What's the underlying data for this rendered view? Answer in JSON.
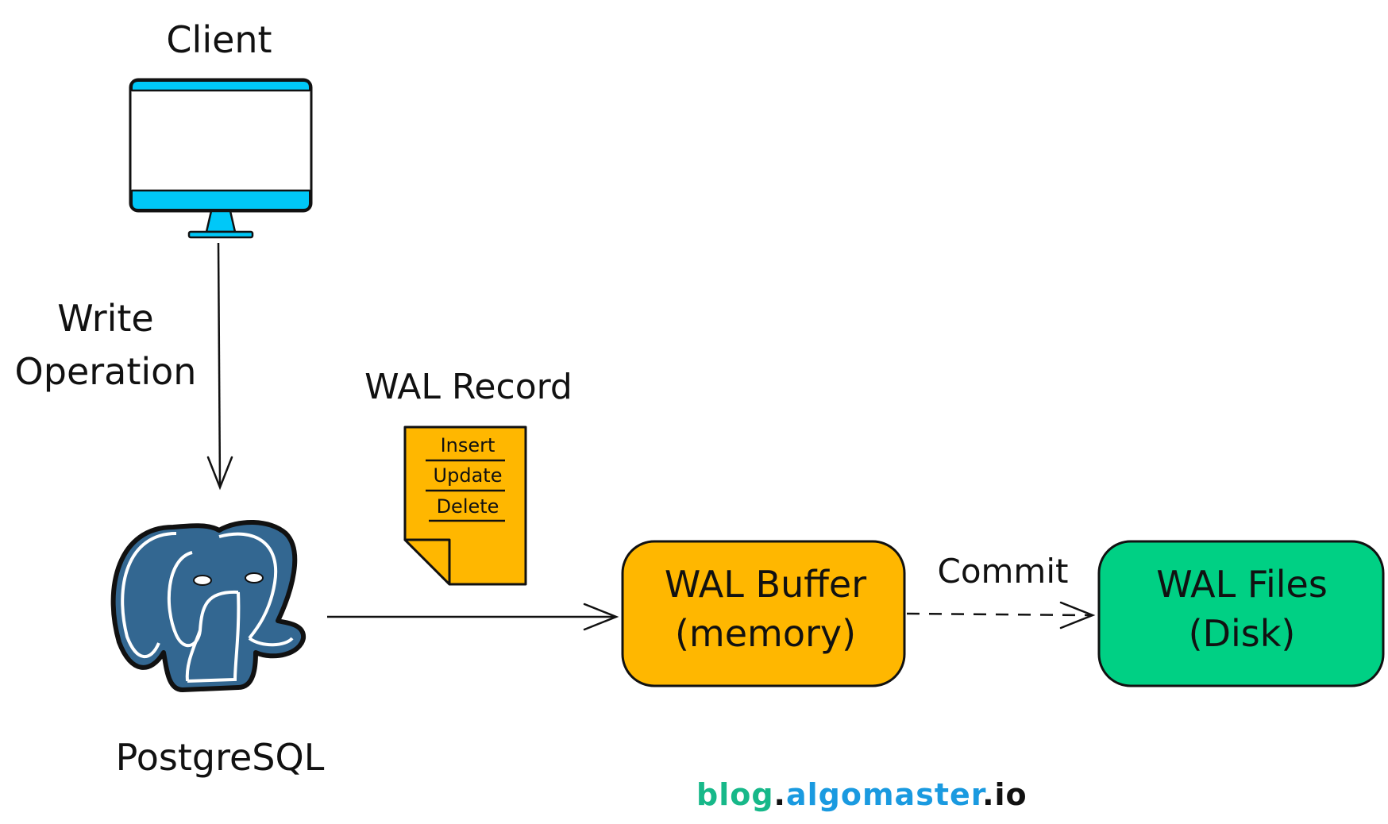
{
  "nodes": {
    "client": {
      "label": "Client",
      "icon": "monitor-icon",
      "color": "#00C8F8"
    },
    "postgres": {
      "label": "PostgreSQL",
      "icon": "postgresql-elephant-icon",
      "color": "#336791"
    },
    "wal_record": {
      "label": "WAL Record",
      "icon": "document-icon",
      "color": "#FFB700",
      "items": [
        "Insert",
        "Update",
        "Delete"
      ]
    },
    "wal_buffer": {
      "line1": "WAL Buffer",
      "line2": "(memory)",
      "color": "#FFB700"
    },
    "wal_files": {
      "line1": "WAL Files",
      "line2": "(Disk)",
      "color": "#00D084"
    }
  },
  "edges": {
    "write": {
      "line1": "Write",
      "line2": "Operation",
      "style": "solid"
    },
    "to_buffer": {
      "style": "solid"
    },
    "commit": {
      "label": "Commit",
      "style": "dashed"
    }
  },
  "watermark": {
    "part1": "blog",
    "dot1": ".",
    "part2": "algomaster",
    "dot2": ".",
    "part3": "io",
    "color1": "#17B889",
    "color2": "#1A9AE0"
  }
}
